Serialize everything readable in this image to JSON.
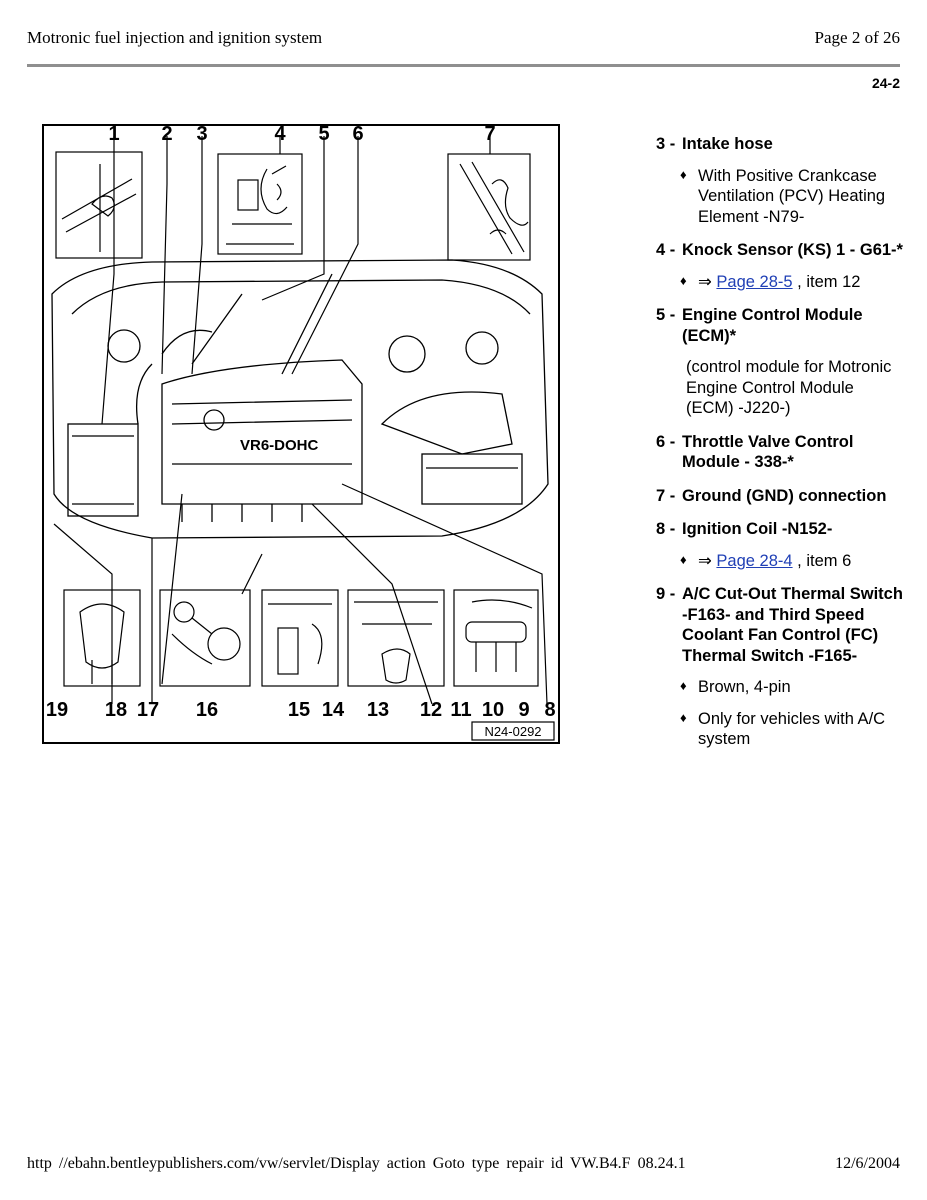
{
  "header": {
    "title": "Motronic fuel injection and ignition system",
    "page": "Page 2 of 26"
  },
  "section_code": "24-2",
  "figure": {
    "top_labels": [
      "1",
      "2",
      "3",
      "4",
      "5",
      "6",
      "7"
    ],
    "bottom_labels": [
      "19",
      "18",
      "17",
      "16",
      "15",
      "14",
      "13",
      "12",
      "11",
      "10",
      "9",
      "8"
    ],
    "engine_badge": "VR6-DOHC",
    "figure_id": "N24-0292"
  },
  "items": [
    {
      "num": "3 -",
      "title": "Intake hose",
      "bullets": [
        {
          "icon": "diamond-icon",
          "text": "With Positive Crankcase Ventilation (PCV) Heating Element -N79-"
        }
      ]
    },
    {
      "num": "4 -",
      "title": "Knock Sensor (KS) 1 - G61-*",
      "bullets": [
        {
          "icon": "diamond-icon",
          "arrow": "⇒",
          "link": "Page 28-5",
          "after": " , item 12"
        }
      ]
    },
    {
      "num": "5 -",
      "title": "Engine Control Module (ECM)*",
      "note": "(control module for Motronic Engine Control Module (ECM) -J220-)"
    },
    {
      "num": "6 -",
      "title": "Throttle Valve Control Module -  338-*"
    },
    {
      "num": "7 -",
      "title": "Ground (GND) connection"
    },
    {
      "num": "8 -",
      "title": "Ignition Coil -N152-",
      "bullets": [
        {
          "icon": "diamond-icon",
          "arrow": "⇒",
          "link": "Page 28-4",
          "after": " , item 6"
        }
      ]
    },
    {
      "num": "9 -",
      "title": "A/C Cut-Out Thermal Switch -F163- and Third Speed Coolant Fan Control (FC) Thermal Switch -F165-",
      "bullets": [
        {
          "icon": "diamond-icon",
          "text": "Brown, 4-pin"
        },
        {
          "icon": "diamond-icon",
          "text": "Only for vehicles with A/C system"
        }
      ]
    }
  ],
  "footer": {
    "url": "http //ebahn.bentleypublishers.com/vw/servlet/Display action Goto type repair id VW.B4.F 08.24.1",
    "date": "12/6/2004"
  }
}
